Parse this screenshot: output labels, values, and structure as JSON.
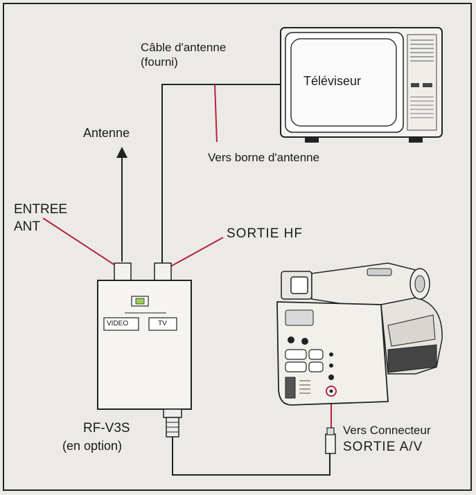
{
  "labels": {
    "cable_line1": "Câble d'antenne",
    "cable_line2": "(fourni)",
    "television": "Téléviseur",
    "antenna": "Antenne",
    "to_antenna_terminal": "Vers borne d'antenne",
    "input_ant_line1": "ENTREE",
    "input_ant_line2": "ANT",
    "rf_output": "SORTIE HF",
    "rf_model": "RF-V3S",
    "rf_optional": "(en option)",
    "to_connector_line1": "Vers Connecteur",
    "to_connector_line2": "SORTIE A/V",
    "switch_video": "VIDEO",
    "switch_tv": "TV"
  }
}
